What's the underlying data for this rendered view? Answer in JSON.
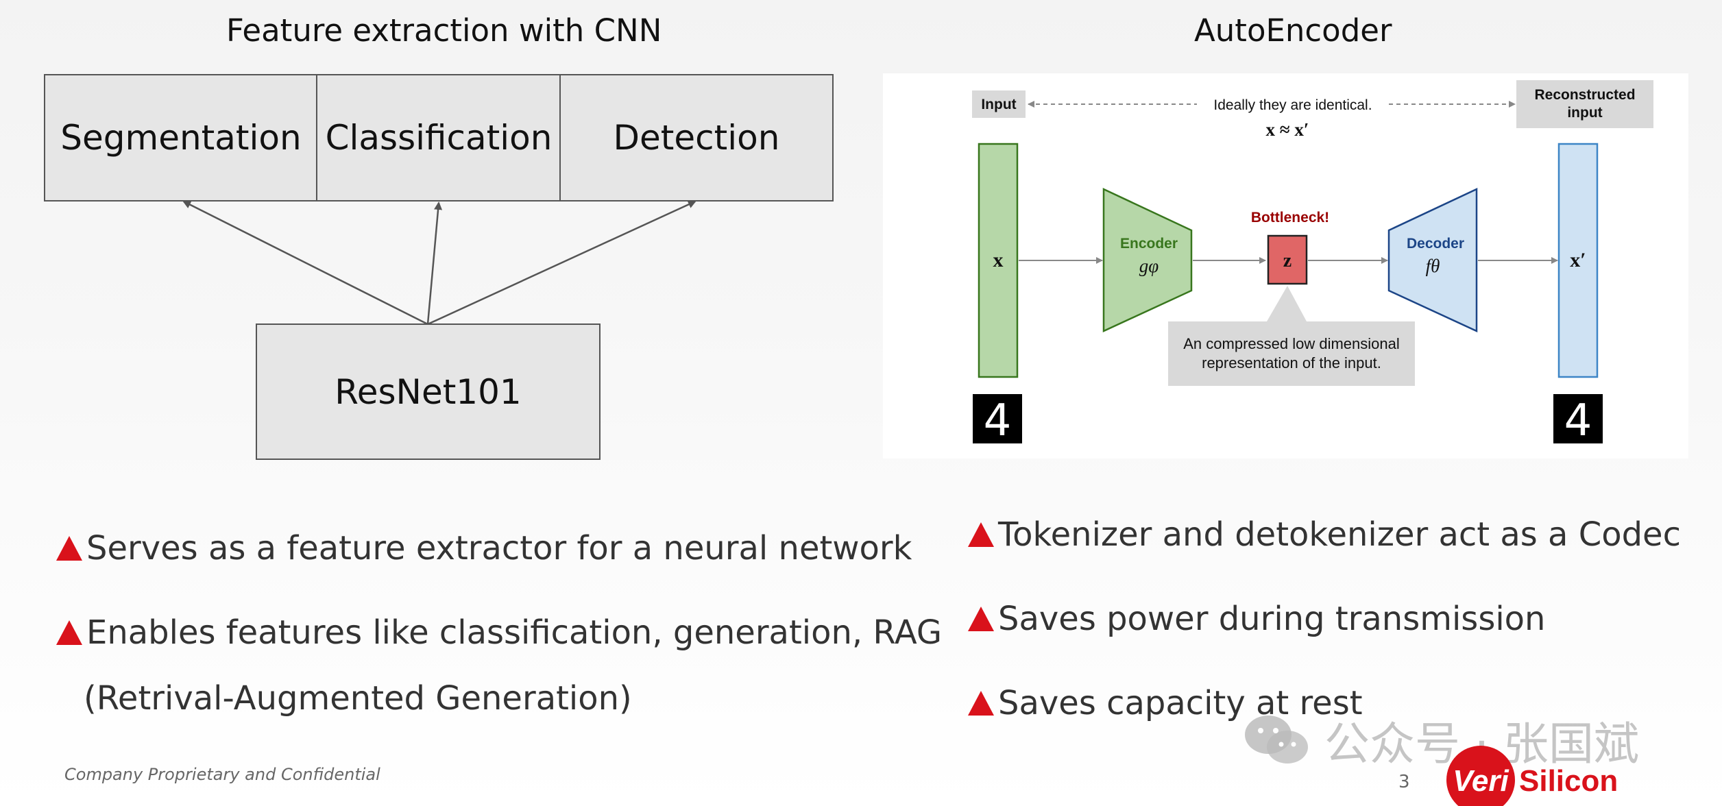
{
  "left": {
    "title": "Feature extraction with CNN",
    "boxes": {
      "segmentation": "Segmentation",
      "classification": "Classification",
      "detection": "Detection",
      "backbone": "ResNet101"
    },
    "bullets": [
      "Serves as a feature extractor for a neural network",
      "Enables features like classification, generation, RAG"
    ],
    "bullet_continuation": "(Retrival-Augmented Generation)"
  },
  "right": {
    "title": "AutoEncoder",
    "diagram": {
      "input_label": "Input",
      "identical_note": "Ideally they are identical.",
      "approx_formula": "x ≈ x′",
      "reconstructed_label_line1": "Reconstructed",
      "reconstructed_label_line2": "input",
      "x_symbol": "x",
      "encoder_label": "Encoder",
      "encoder_fn": "gφ",
      "bottleneck_label": "Bottleneck!",
      "z_symbol": "z",
      "decoder_label": "Decoder",
      "decoder_fn": "fθ",
      "x_prime_symbol": "x′",
      "callout_line1": "An compressed low dimensional",
      "callout_line2": "representation of the input.",
      "digit": "4",
      "colors": {
        "input_bar": "#b6d7a8",
        "encoder": "#b6d7a8",
        "encoder_text": "#38761d",
        "bottleneck": "#e06666",
        "bottleneck_text": "#990000",
        "decoder": "#cfe2f3",
        "decoder_text": "#1c4587"
      }
    },
    "bullets": [
      "Tokenizer and detokenizer act as a Codec",
      "Saves power during transmission",
      "Saves capacity at rest"
    ]
  },
  "footer": {
    "confidential": "Company Proprietary and Confidential",
    "page_number": "3"
  },
  "watermark": {
    "text": "公众号 · 张国斌",
    "icon": "wechat-icon"
  },
  "logo": {
    "part1": "Veri",
    "part2": "Silicon",
    "colors": {
      "red": "#d9121b"
    }
  },
  "accent_color": "#d9121b"
}
